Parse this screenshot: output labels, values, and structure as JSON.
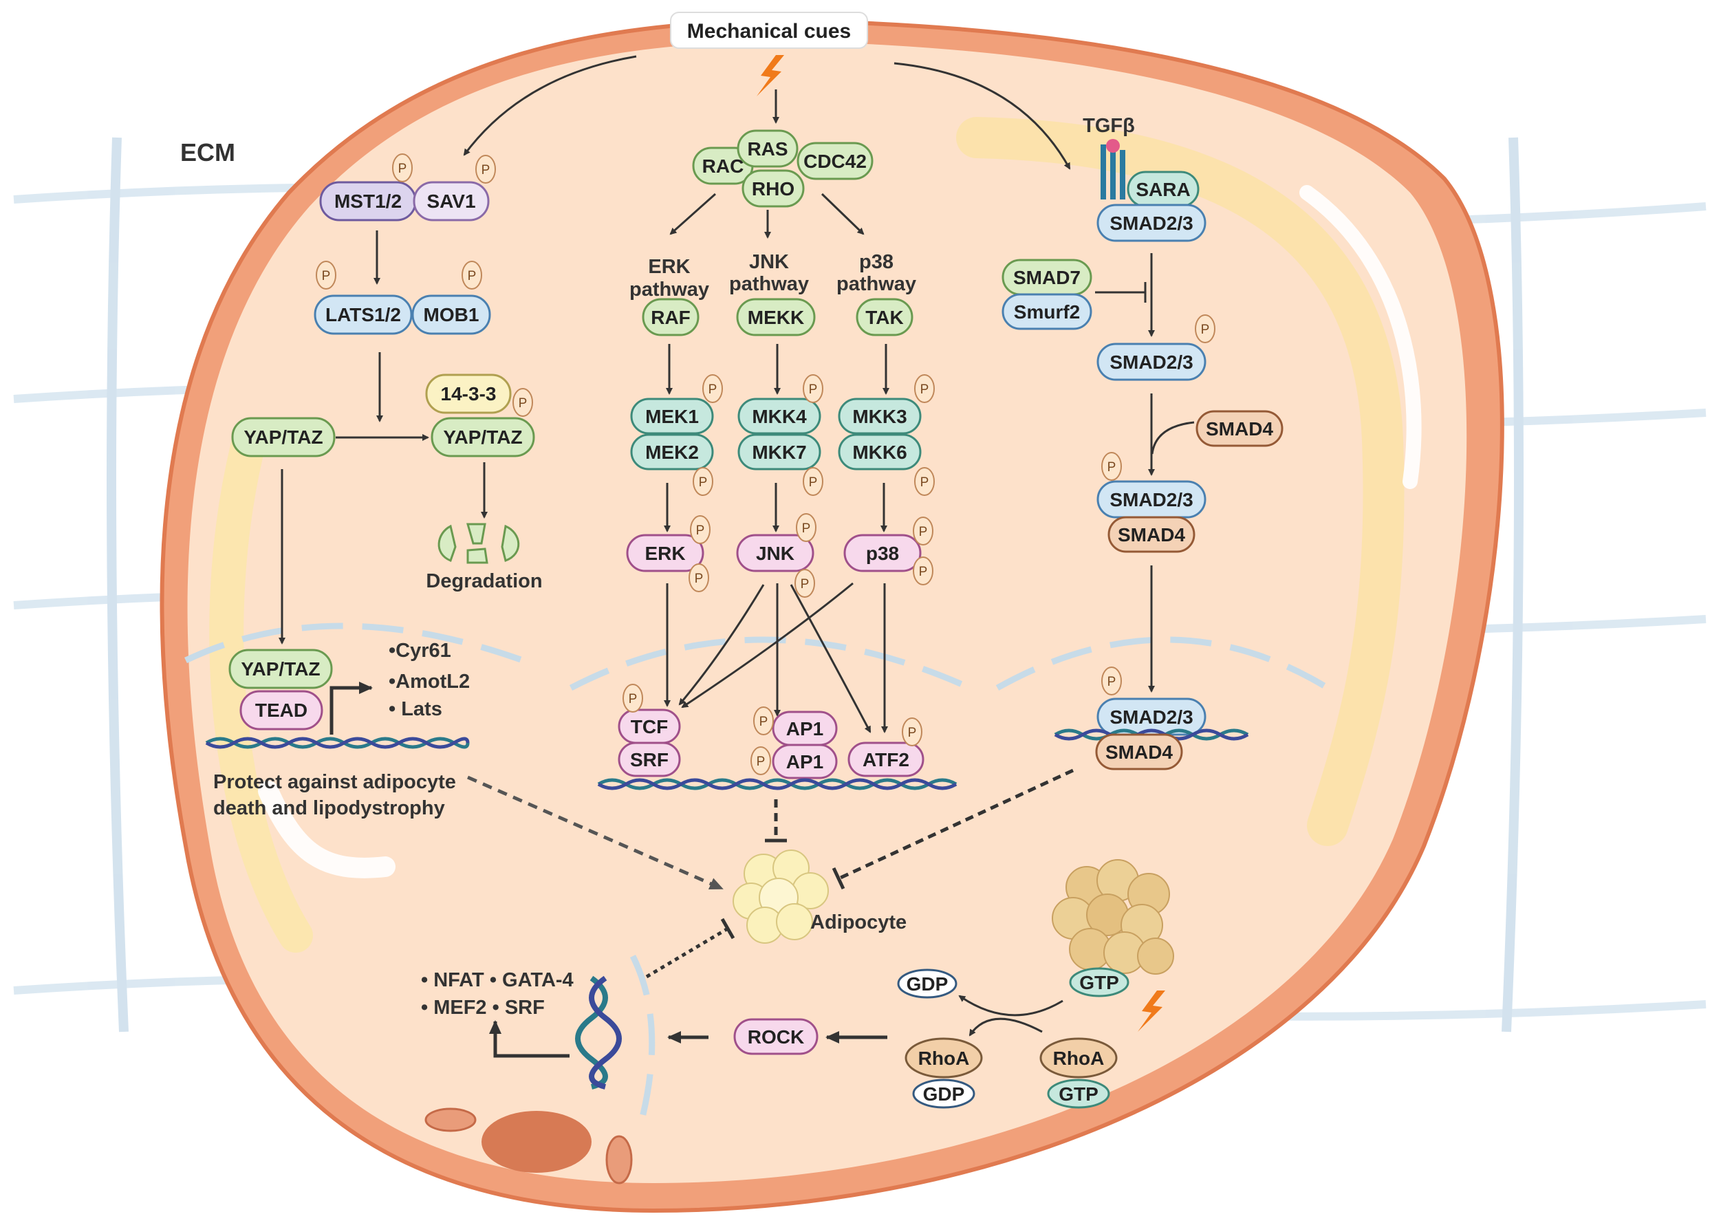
{
  "title": "Mechanical cues",
  "ecm_label": "ECM",
  "hippo": {
    "mst": "MST1/2",
    "sav": "SAV1",
    "lats": "LATS1/2",
    "mob": "MOB1",
    "yap_left": "YAP/TAZ",
    "yap_right": "YAP/TAZ",
    "p1433": "14-3-3",
    "degradation": "Degradation",
    "yap_nuc": "YAP/TAZ",
    "tead": "TEAD",
    "targets": [
      "•Cyr61",
      "•AmotL2",
      "• Lats"
    ],
    "protect_line1": "Protect against adipocyte",
    "protect_line2": "death and lipodystrophy"
  },
  "mapk": {
    "rac": "RAC",
    "ras": "RAS",
    "cdc42": "CDC42",
    "rho": "RHO",
    "erk_path_l1": "ERK",
    "erk_path_l2": "pathway",
    "jnk_path_l1": "JNK",
    "jnk_path_l2": "pathway",
    "p38_path_l1": "p38",
    "p38_path_l2": "pathway",
    "raf": "RAF",
    "mekk": "MEKK",
    "tak": "TAK",
    "mek1": "MEK1",
    "mek2": "MEK2",
    "mkk4": "MKK4",
    "mkk7": "MKK7",
    "mkk3": "MKK3",
    "mkk6": "MKK6",
    "erk": "ERK",
    "jnk": "JNK",
    "p38": "p38",
    "tcf": "TCF",
    "srf": "SRF",
    "ap1a": "AP1",
    "ap1b": "AP1",
    "atf2": "ATF2"
  },
  "tgf": {
    "tgfb": "TGFβ",
    "sara": "SARA",
    "smad23_a": "SMAD2/3",
    "smad7": "SMAD7",
    "smurf2": "Smurf2",
    "smad23_b": "SMAD2/3",
    "smad4_free": "SMAD4",
    "smad23_c": "SMAD2/3",
    "smad4_c": "SMAD4",
    "smad23_d": "SMAD2/3",
    "smad4_d": "SMAD4"
  },
  "adipocyte": "Adipocyte",
  "rho": {
    "gdp_top": "GDP",
    "gtp_top": "GTP",
    "rhoa_left": "RhoA",
    "gdp_left": "GDP",
    "rhoa_right": "RhoA",
    "gtp_right": "GTP",
    "rock": "ROCK"
  },
  "nuc_targets": {
    "line1": "• NFAT • GATA-4",
    "line2": "• MEF2  • SRF"
  },
  "phospho": "P",
  "colors": {
    "cell_fill": "#fde0c8",
    "cell_border": "#e8875c",
    "green": "#d8ecc4",
    "green_stroke": "#6a9a50",
    "teal": "#c6e8de",
    "teal_stroke": "#3d8a7a",
    "blue": "#d2e6f4",
    "blue_stroke": "#4a80b0",
    "pink": "#f7d9ec",
    "pink_stroke": "#a0508a",
    "purple": "#dcd4ee",
    "purple_stroke": "#6e5a9e",
    "lav": "#ede4f4",
    "lav_stroke": "#8a6aa8",
    "yellow": "#fbf2c4",
    "yellow_stroke": "#b0a050",
    "brown": "#f4d2b6",
    "brown_stroke": "#955a36"
  }
}
